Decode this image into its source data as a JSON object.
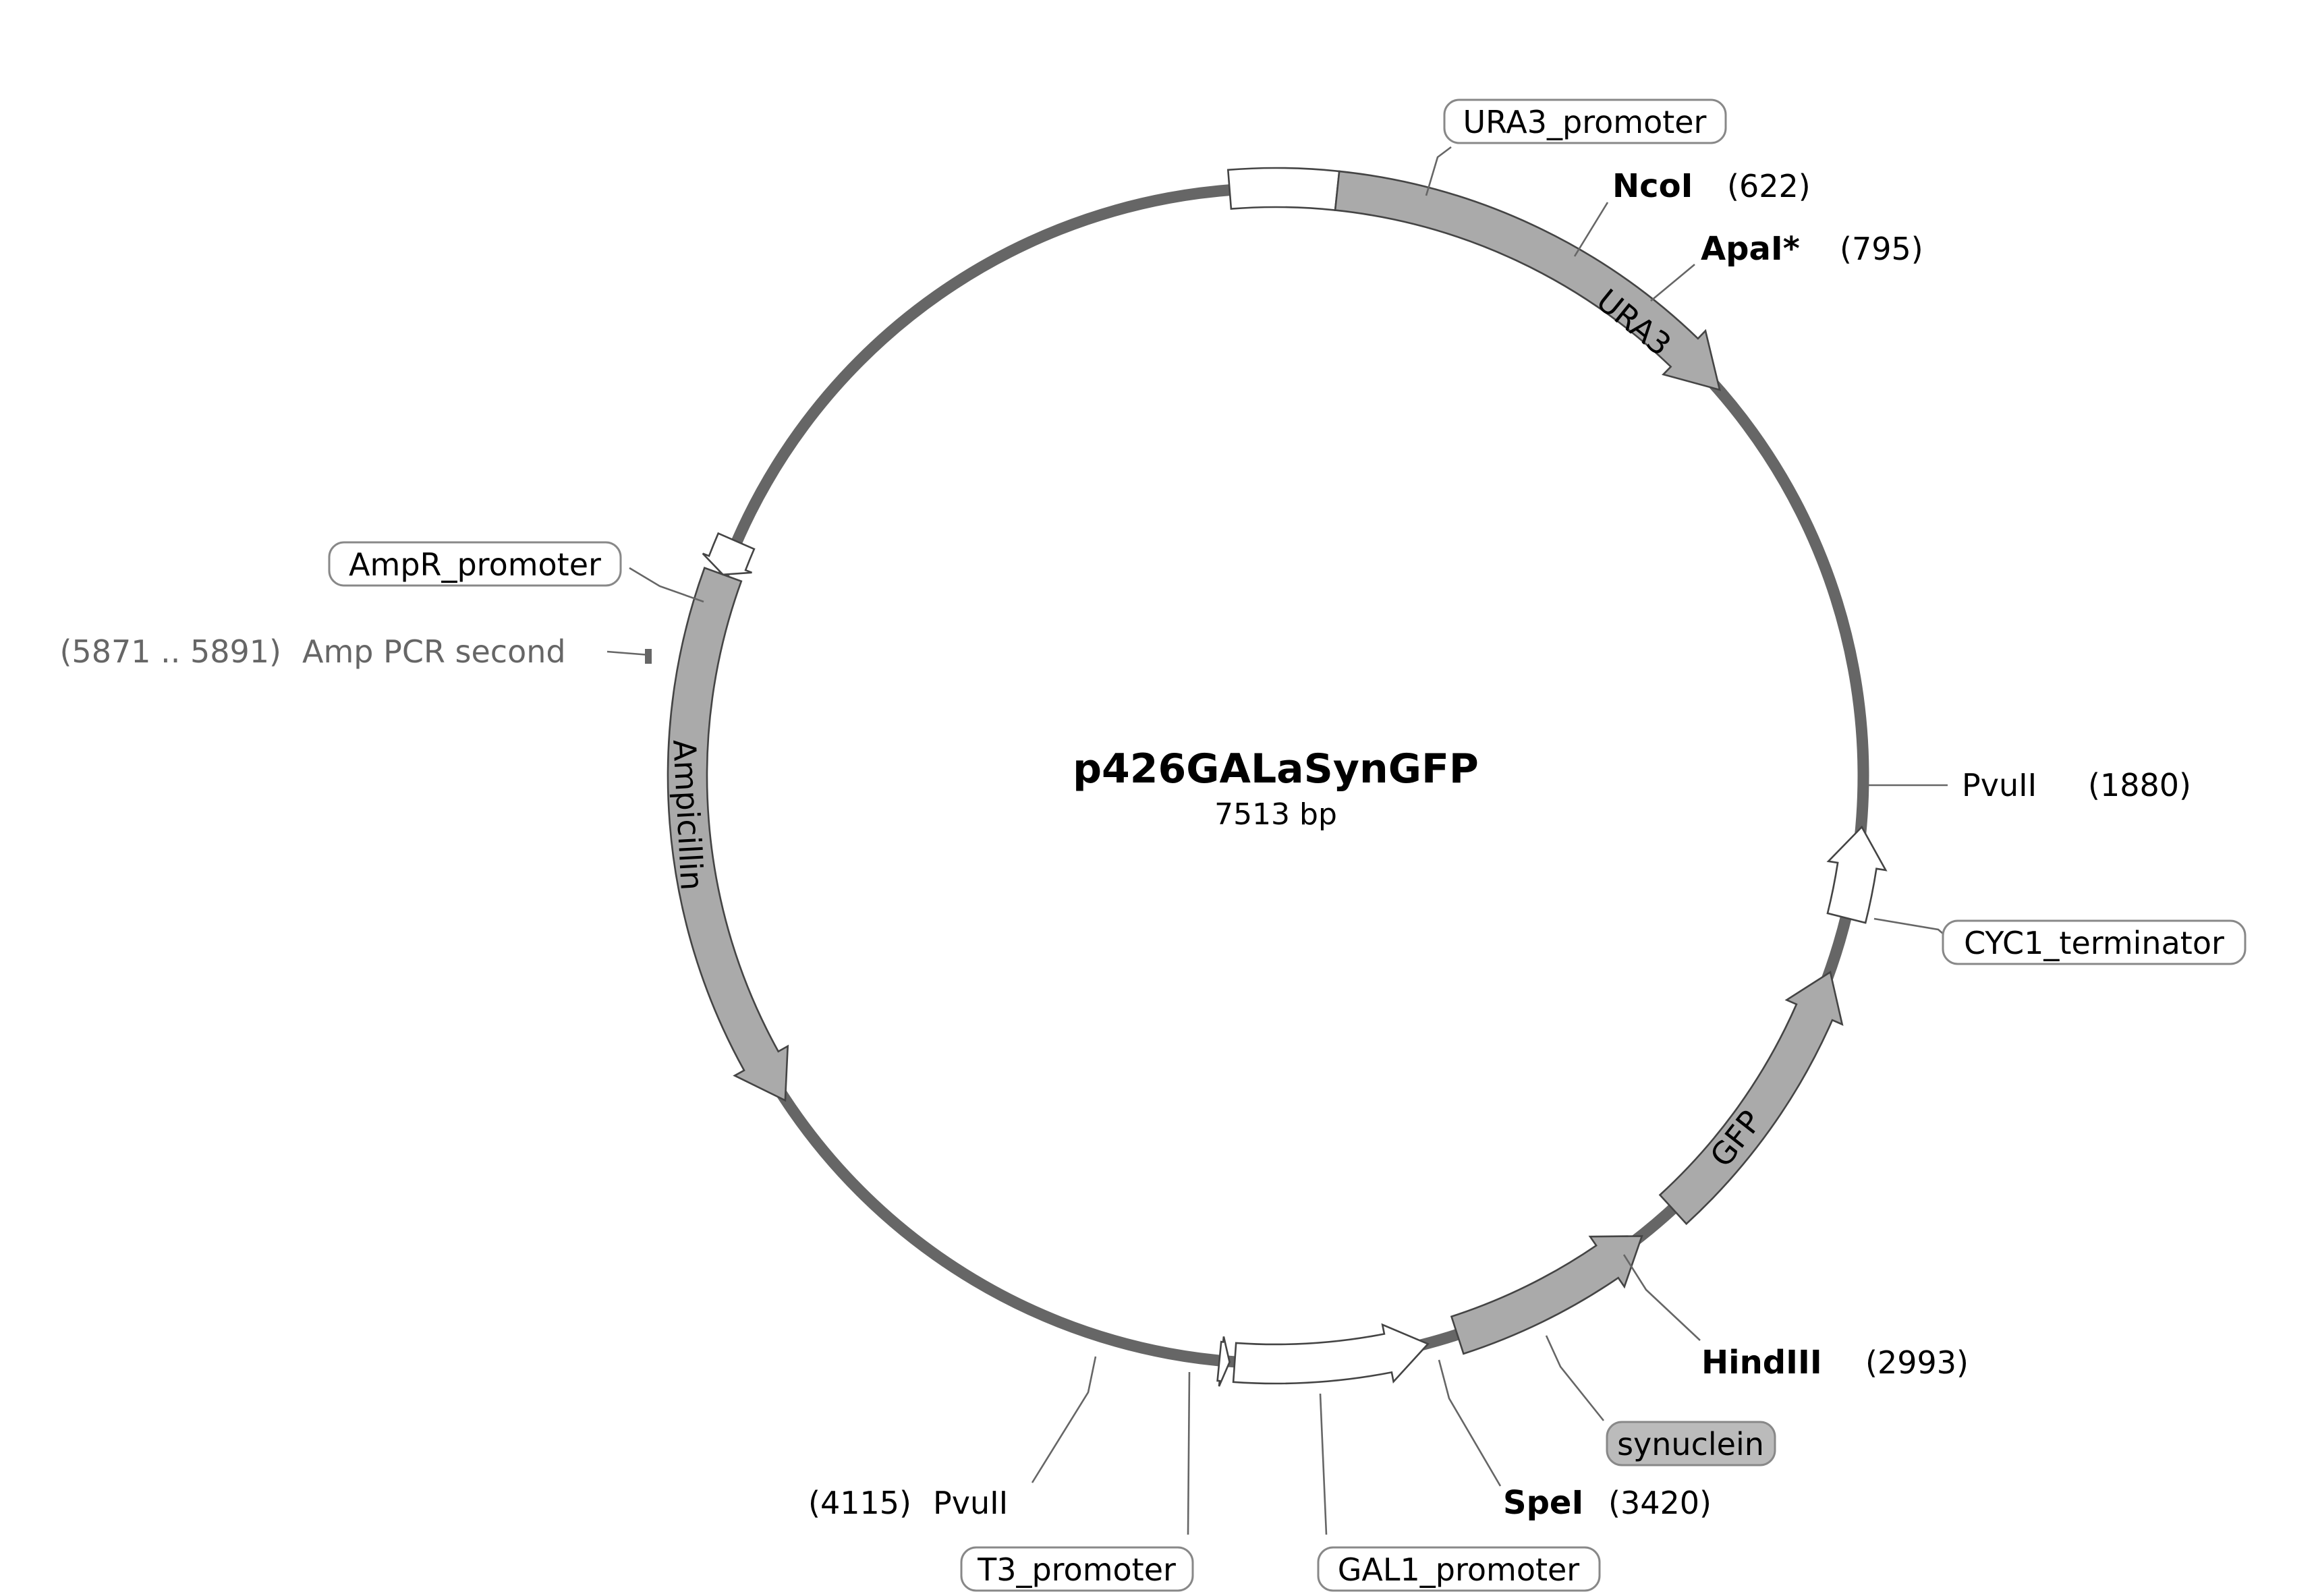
{
  "plasmid": {
    "name": "p426GALaSynGFP",
    "length_label": "7513 bp"
  },
  "colors": {
    "backbone": "#666666",
    "feature_gray": "#aaaaaa",
    "feature_white": "#ffffff",
    "outline": "#444444",
    "label_highlight": "#bbbbbb"
  },
  "features": [
    {
      "id": "ura3-promoter",
      "name": "URA3_promoter",
      "fill": "white",
      "arrow": false,
      "label_on_arrow": false
    },
    {
      "id": "ura3",
      "name": "URA3",
      "fill": "gray",
      "arrow": true,
      "label_on_arrow": true
    },
    {
      "id": "cyc1-terminator",
      "name": "CYC1_terminator",
      "fill": "white",
      "arrow": true,
      "label_on_arrow": false
    },
    {
      "id": "gfp",
      "name": "GFP",
      "fill": "gray",
      "arrow": true,
      "label_on_arrow": true
    },
    {
      "id": "synuclein",
      "name": "synuclein",
      "fill": "gray",
      "arrow": true,
      "label_on_arrow": false
    },
    {
      "id": "gal1-promoter",
      "name": "GAL1_promoter",
      "fill": "white",
      "arrow": true,
      "label_on_arrow": false
    },
    {
      "id": "t3-promoter",
      "name": "T3_promoter",
      "fill": "white",
      "arrow": true,
      "label_on_arrow": false
    },
    {
      "id": "ampicillin",
      "name": "Ampicillin",
      "fill": "gray",
      "arrow": true,
      "label_on_arrow": true
    },
    {
      "id": "ampr-promoter",
      "name": "AmpR_promoter",
      "fill": "white",
      "arrow": true,
      "label_on_arrow": false
    }
  ],
  "sites": [
    {
      "id": "ncoi",
      "name": "NcoI",
      "position": "(622)",
      "bold": true
    },
    {
      "id": "apai",
      "name": "ApaI*",
      "position": "(795)",
      "bold": true
    },
    {
      "id": "pvuii-1880",
      "name": "PvuII",
      "position": "(1880)",
      "bold": false
    },
    {
      "id": "hindiii",
      "name": "HindIII",
      "position": "(2993)",
      "bold": true
    },
    {
      "id": "spei",
      "name": "SpeI",
      "position": "(3420)",
      "bold": true
    },
    {
      "id": "pvuii-4115",
      "name": "PvuII",
      "position": "(4115)",
      "bold": false
    }
  ],
  "primers": [
    {
      "id": "amp-pcr-second",
      "name": "Amp PCR second",
      "range": "(5871 .. 5891)"
    }
  ]
}
